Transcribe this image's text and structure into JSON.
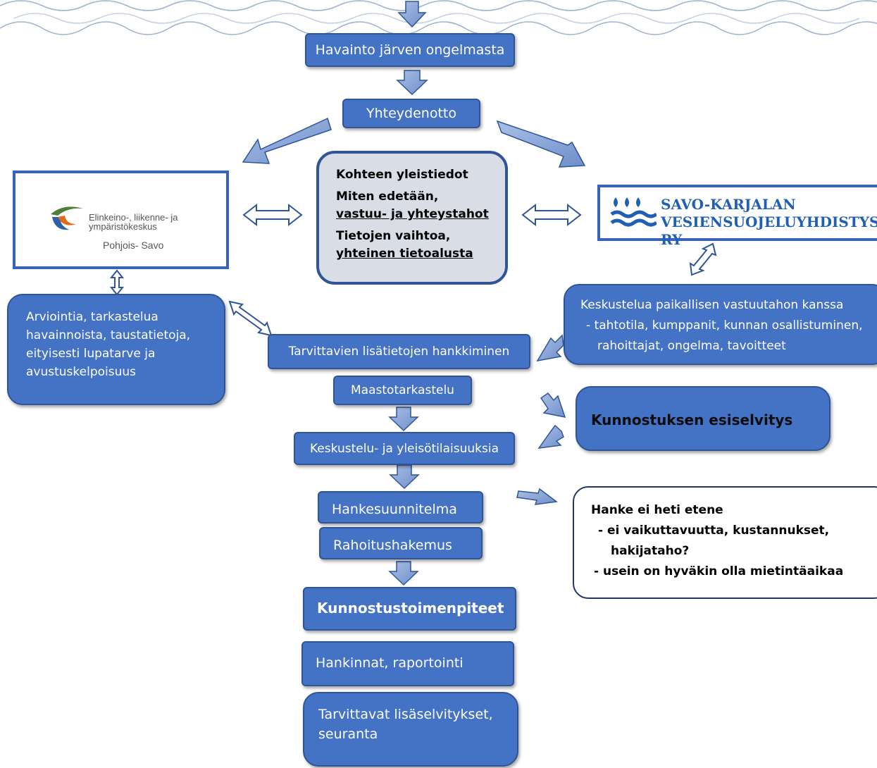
{
  "flow": {
    "observation": "Havainto järven ongelmasta",
    "contact": "Yhteydenotto",
    "center_box": {
      "line1": "Kohteen yleistiedot",
      "line2": "Miten edetään,",
      "line3": "vastuu- ja yhteystahot",
      "line4": "Tietojen vaihtoa,",
      "line5": "yhteinen tietoalusta"
    },
    "ely": {
      "name_line1": "Elinkeino-, liikenne- ja",
      "name_line2": "ympäristökeskus",
      "region": "Pohjois- Savo",
      "logo_colors": [
        "#4d7f3a",
        "#e06a1b",
        "#2f5fa6"
      ]
    },
    "svy": {
      "line1": "SAVO-KARJALAN",
      "line2": "VESIENSUOJELUYHDISTYS RY",
      "color": "#1f5fb4"
    },
    "assessment": {
      "line1": "Arviointia, tarkastelua",
      "line2": "havainnoista, taustatietoja,",
      "line3": "eityisesti lupatarve ja",
      "line4": "avustuskelpoisuus"
    },
    "discussion": {
      "line1": "Keskustelua paikallisen vastuutahon kanssa",
      "line2": "- tahtotila, kumppanit, kunnan osallistuminen,",
      "line3": "rahoittajat, ongelma, tavoitteet"
    },
    "extra_info": "Tarvittavien lisätietojen hankkiminen",
    "field": "Maastotarkastelu",
    "meetings": "Keskustelu- ja yleisötilaisuuksia",
    "prestudy": "Kunnostuksen esiselvitys",
    "project_plan": "Hankesuunnitelma",
    "funding": "Rahoitushakemus",
    "no_progress": {
      "line1": "Hanke ei heti etene",
      "line2": "- ei vaikuttavuutta, kustannukset,",
      "line3": "hakijataho?",
      "line4": "- usein on hyväkin olla mietintäaikaa"
    },
    "actions": "Kunnostustoimenpiteet",
    "procurement": "Hankinnat, raportointi",
    "followup": {
      "line1": "Tarvittavat lisäselvitykset,",
      "line2": "seuranta"
    }
  },
  "colors": {
    "box_fill": "#4472c4",
    "box_border": "#2f5597",
    "arrow_fill": "#8faadc",
    "arrow_stroke": "#2f5597",
    "water": "#9db3cf"
  }
}
